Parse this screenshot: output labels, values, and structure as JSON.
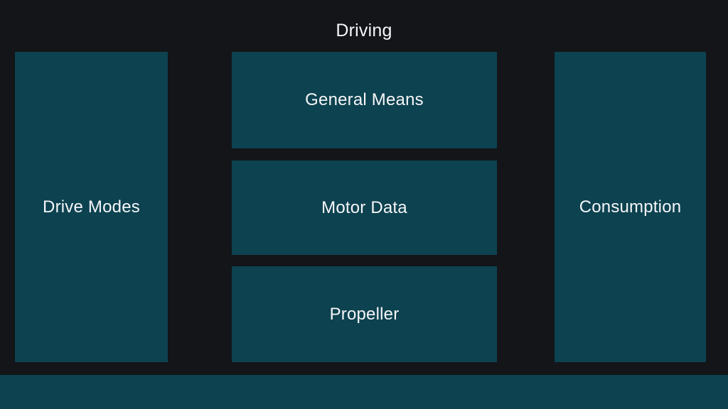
{
  "title": "Driving",
  "colors": {
    "background": "#131519",
    "panel": "#0d4250",
    "bottom_bar": "#0d4250",
    "text": "#f5f6f8"
  },
  "panels": {
    "left": {
      "label": "Drive Modes"
    },
    "right": {
      "label": "Consumption"
    },
    "center": [
      {
        "label": "General Means"
      },
      {
        "label": "Motor Data"
      },
      {
        "label": "Propeller"
      }
    ]
  }
}
